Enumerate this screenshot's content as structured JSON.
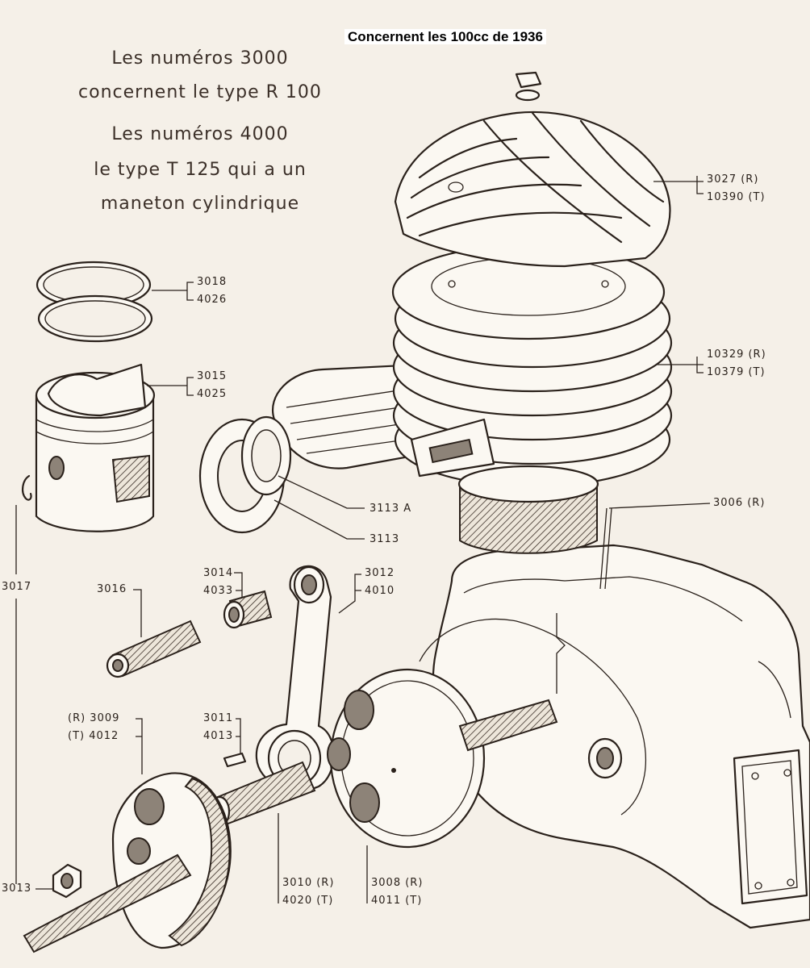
{
  "header": {
    "title": "Concernent les 100cc de 1936"
  },
  "intro": {
    "line1": "Les numéros 3000",
    "line2": "concernent le type R 100",
    "line3": "Les numéros 4000",
    "line4": "le type T 125 qui a un",
    "line5": "maneton cylindrique"
  },
  "labels": {
    "cylinder_head": [
      "3027 (R)",
      "10390 (T)"
    ],
    "piston_rings": [
      "3018",
      "4026"
    ],
    "piston": [
      "3015",
      "4025"
    ],
    "cylinder": [
      "10329 (R)",
      "10379 (T)"
    ],
    "exhaust_nut_a": "3113 A",
    "exhaust_nut": "3113",
    "stud": "3006 (R)",
    "circlip": "3017",
    "gudgeon_pin": "3016",
    "small_end_bush": [
      "3014",
      "4033"
    ],
    "connecting_rod": [
      "3012",
      "4010"
    ],
    "left_flywheel": [
      "(R)  3009",
      "(T)  4012"
    ],
    "key": [
      "3011",
      "4013"
    ],
    "crank_pin": [
      "3010 (R)",
      "4020 (T)"
    ],
    "right_flywheel": [
      "3008 (R)",
      "4011 (T)"
    ],
    "crank_nut": "3013"
  },
  "colors": {
    "paper": "#f5f0e8",
    "ink": "#2a211b"
  }
}
